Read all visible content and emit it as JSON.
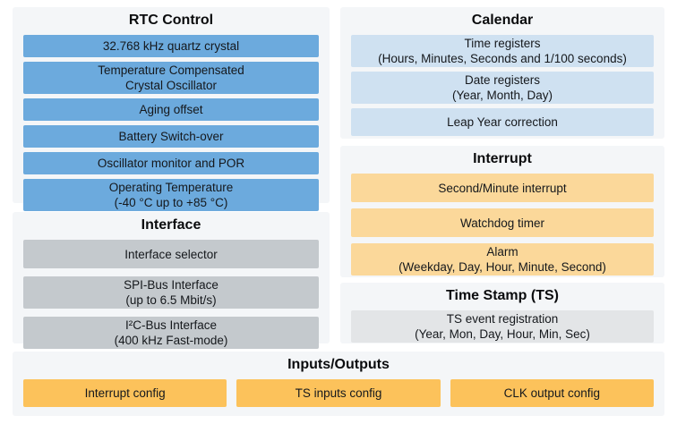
{
  "colors": {
    "panel_bg": "#f4f6f8",
    "blue": "#6caadd",
    "light_blue": "#cfe1f1",
    "gray": "#c4c9cd",
    "light_gray": "#e3e5e7",
    "light_orange": "#fbd89a",
    "orange": "#fcc25b"
  },
  "sections": {
    "rtc_control": {
      "title": "RTC Control",
      "blocks": [
        "32.768 kHz quartz crystal",
        "Temperature Compensated\nCrystal Oscillator",
        "Aging offset",
        "Battery Switch-over",
        "Oscillator monitor and POR",
        "Operating Temperature\n(-40 °C up to +85 °C)"
      ]
    },
    "interface": {
      "title": "Interface",
      "blocks": [
        "Interface selector",
        "SPI-Bus Interface\n(up to 6.5 Mbit/s)",
        "I²C-Bus Interface\n(400 kHz Fast-mode)"
      ]
    },
    "calendar": {
      "title": "Calendar",
      "blocks": [
        "Time registers\n(Hours, Minutes, Seconds and 1/100 seconds)",
        "Date registers\n(Year, Month, Day)",
        "Leap Year correction"
      ]
    },
    "interrupt": {
      "title": "Interrupt",
      "blocks": [
        "Second/Minute interrupt",
        "Watchdog timer",
        "Alarm\n(Weekday, Day, Hour, Minute, Second)"
      ]
    },
    "time_stamp": {
      "title": "Time Stamp (TS)",
      "blocks": [
        "TS event registration\n(Year, Mon, Day, Hour, Min, Sec)"
      ]
    },
    "inputs_outputs": {
      "title": "Inputs/Outputs",
      "blocks": [
        "Interrupt config",
        "TS inputs config",
        "CLK output config"
      ]
    }
  }
}
